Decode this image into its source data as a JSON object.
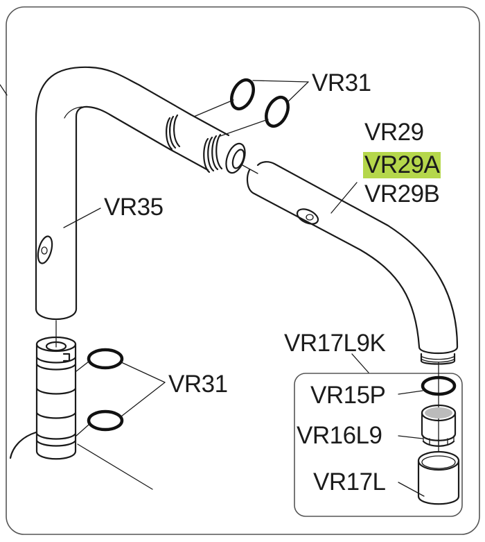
{
  "highlight_color": "#b5d74b",
  "labels": {
    "vr31_top": "VR31",
    "vr29": "VR29",
    "vr29a": "VR29A",
    "vr29b": "VR29B",
    "vr35": "VR35",
    "vr17l9k": "VR17L9K",
    "vr31_bottom": "VR31",
    "vr15p": "VR15P",
    "vr16l9": "VR16L9",
    "vr17l": "VR17L"
  },
  "highlighted_part": "VR29A"
}
